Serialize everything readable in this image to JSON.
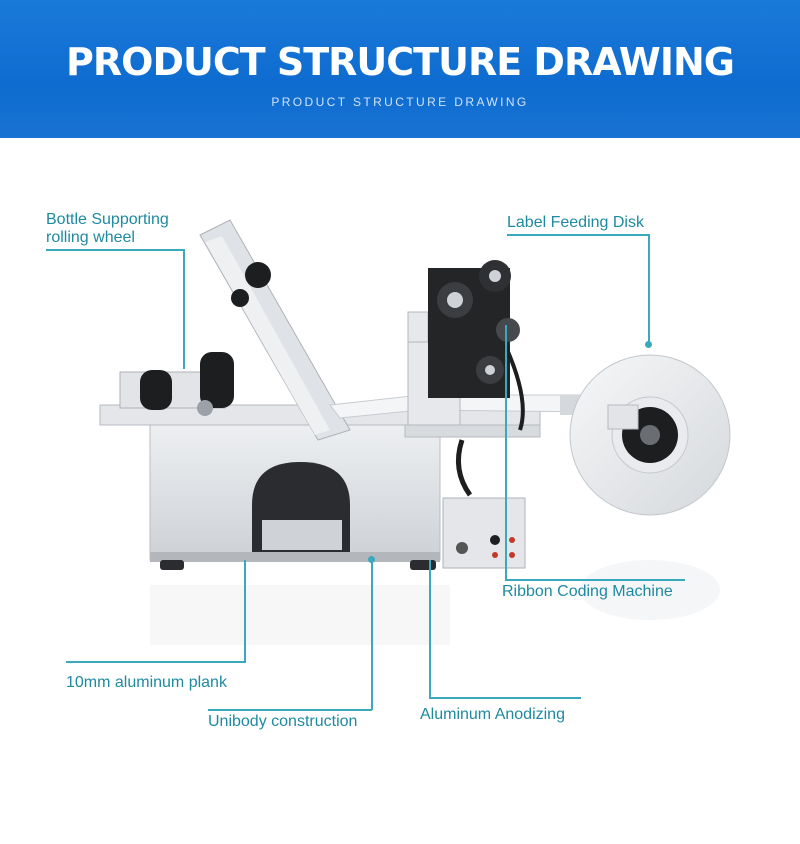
{
  "header": {
    "title": "PRODUCT STRUCTURE DRAWING",
    "subtitle": "PRODUCT STRUCTURE DRAWING"
  },
  "callouts": {
    "bottle_wheel_line1": "Bottle Supporting",
    "bottle_wheel_line2": "rolling wheel",
    "label_feeding_disk": "Label Feeding Disk",
    "ribbon_coding": "Ribbon Coding Machine",
    "aluminum_plank": "10mm aluminum plank",
    "unibody": "Unibody construction",
    "anodizing": "Aluminum Anodizing"
  },
  "colors": {
    "header_blue": "#1273d4",
    "callout_teal": "#1e8aa0",
    "machine_panel": "#dfe2e6"
  }
}
